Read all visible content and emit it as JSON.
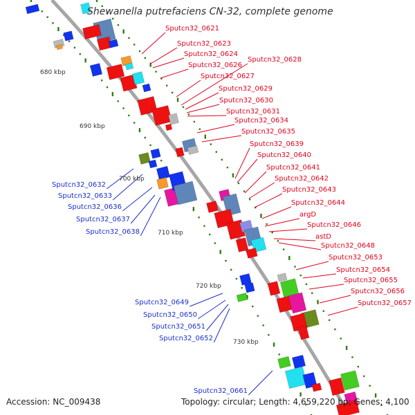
{
  "title": "Shewanella putrefaciens CN-32, complete genome",
  "accession": "Accession: NC_009438",
  "summary": "Topology: circular; Length: 4,659,220 bp; Genes: 4,100",
  "colors": {
    "backbone": "#a6a6a6",
    "tick": "#2e7d0f",
    "forward_label": "#e0001b",
    "reverse_label": "#1a2dcc",
    "red": "#ee1111",
    "blue": "#1133ee",
    "steel": "#5e86b8",
    "cyan": "#22e0f0",
    "magenta": "#e5179f",
    "green": "#44cc22",
    "olive": "#6b8a1f",
    "grey": "#b9b9b9",
    "orange": "#f59a2a",
    "navy": "#15256e",
    "lavender": "#8d8de8"
  },
  "kbp_ticks": [
    "680 kbp",
    "690 kbp",
    "700 kbp",
    "710 kbp",
    "720 kbp",
    "730 kbp"
  ],
  "forward_genes": [
    "Sputcn32_0621",
    "Sputcn32_0623",
    "Sputcn32_0624",
    "Sputcn32_0626",
    "Sputcn32_0627",
    "Sputcn32_0628",
    "Sputcn32_0629",
    "Sputcn32_0630",
    "Sputcn32_0631",
    "Sputcn32_0634",
    "Sputcn32_0635",
    "Sputcn32_0639",
    "Sputcn32_0640",
    "Sputcn32_0641",
    "Sputcn32_0642",
    "Sputcn32_0643",
    "Sputcn32_0644",
    "argD",
    "Sputcn32_0646",
    "astD",
    "Sputcn32_0648",
    "Sputcn32_0653",
    "Sputcn32_0654",
    "Sputcn32_0655",
    "Sputcn32_0656",
    "Sputcn32_0657"
  ],
  "reverse_genes": [
    "Sputcn32_0632",
    "Sputcn32_0633",
    "Sputcn32_0636",
    "Sputcn32_0637",
    "Sputcn32_0638",
    "Sputcn32_0649",
    "Sputcn32_0650",
    "Sputcn32_0651",
    "Sputcn32_0652",
    "Sputcn32_0661"
  ]
}
